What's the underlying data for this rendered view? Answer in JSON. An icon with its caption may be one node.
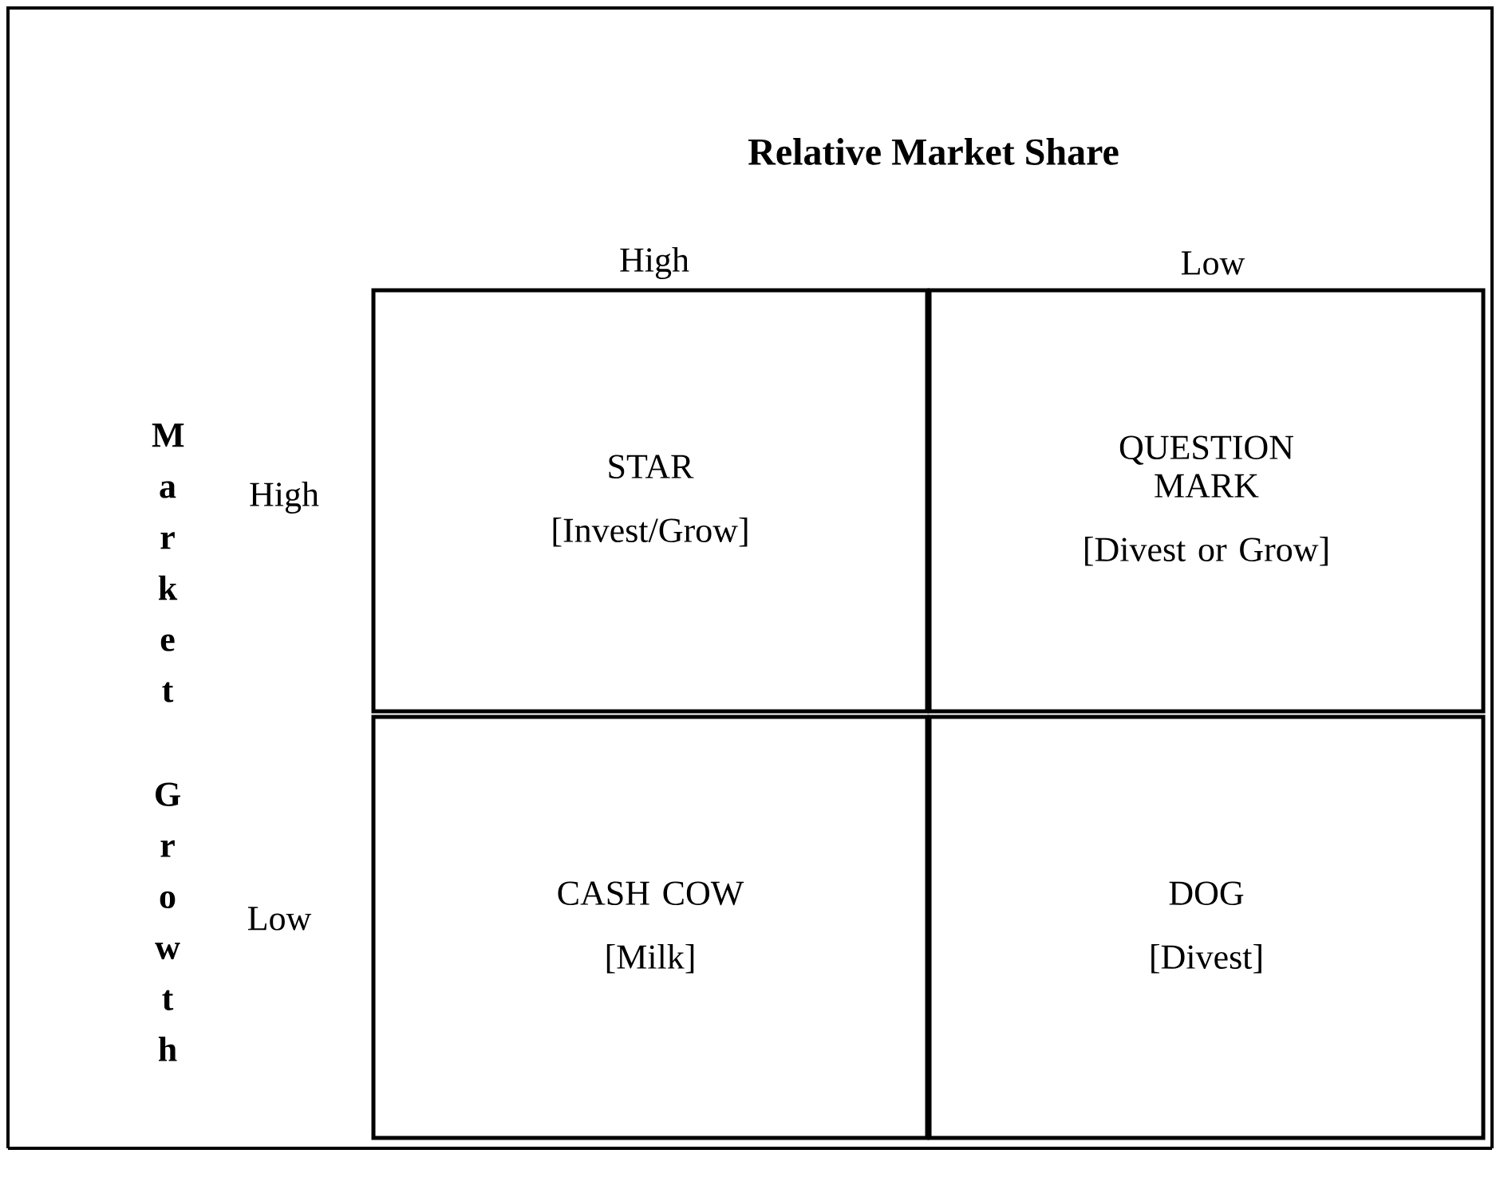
{
  "diagram": {
    "title": "Relative Market Share",
    "nodes": [
      {
        "text": [
          "STAR",
          "[Invest/Grow]"
        ]
      },
      {
        "text": [
          "QUESTION MARK",
          "[Divest or Grow]"
        ]
      },
      {
        "text": [
          "CASH COW",
          "[Milk]"
        ]
      },
      {
        "text": [
          "DOG",
          "[Divest]"
        ]
      }
    ],
    "labels": [
      "High",
      "Low",
      "Market",
      "Growth",
      "High",
      "Low"
    ]
  }
}
